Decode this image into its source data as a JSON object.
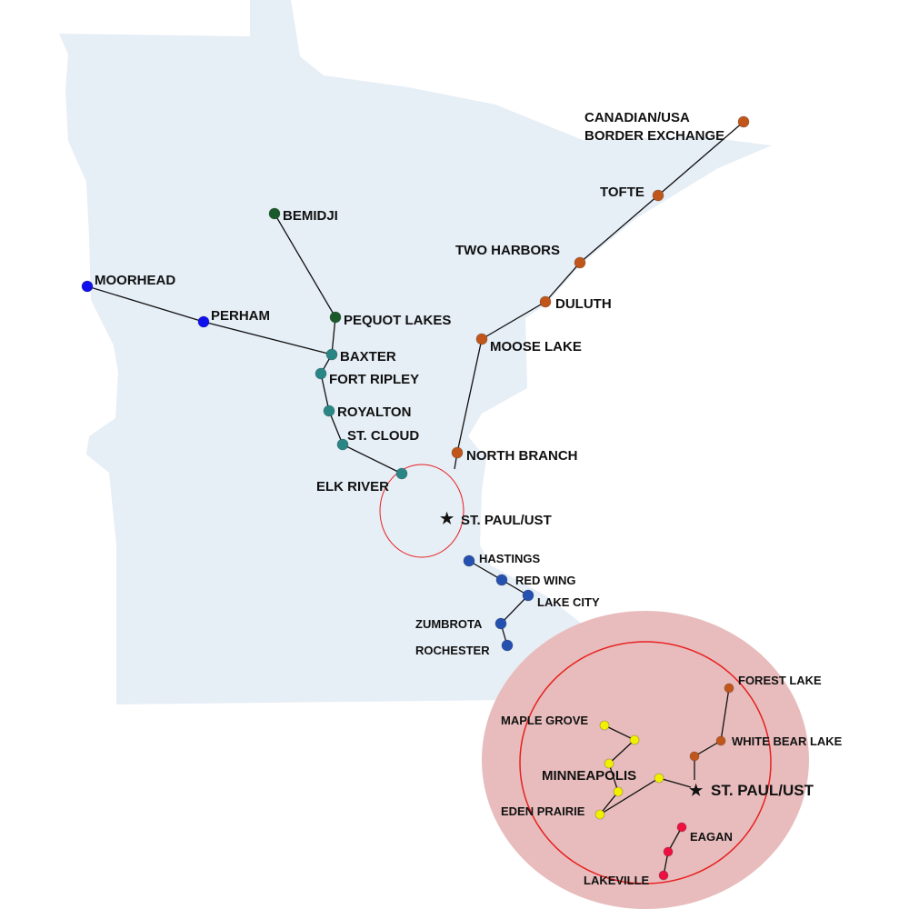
{
  "colors": {
    "state_fill": "#e6eef6",
    "northwest": "#1010ee",
    "north": "#1a5a2a",
    "central": "#2a8585",
    "northeast": "#c0561a",
    "southeast": "#2450b0",
    "metro_west": "#f0f000",
    "metro_south": "#ee1040",
    "metro_fill": "#e8bcbc",
    "ring": "#e82020"
  },
  "labels": {
    "moorhead": "MOORHEAD",
    "perham": "PERHAM",
    "bemidji": "BEMIDJI",
    "pequot_lakes": "PEQUOT LAKES",
    "baxter": "BAXTER",
    "fort_ripley": "FORT RIPLEY",
    "royalton": "ROYALTON",
    "st_cloud": "ST. CLOUD",
    "elk_river": "ELK RIVER",
    "border_line1": "CANADIAN/USA",
    "border_line2": "BORDER EXCHANGE",
    "tofte": "TOFTE",
    "two_harbors": "TWO HARBORS",
    "duluth": "DULUTH",
    "moose_lake": "MOOSE LAKE",
    "north_branch": "NORTH BRANCH",
    "st_paul": "ST. PAUL/UST",
    "hastings": "HASTINGS",
    "red_wing": "RED WING",
    "lake_city": "LAKE CITY",
    "zumbrota": "ZUMBROTA",
    "rochester": "ROCHESTER",
    "forest_lake": "FOREST LAKE",
    "white_bear_lake": "WHITE BEAR LAKE",
    "maple_grove": "MAPLE GROVE",
    "minneapolis": "MINNEAPOLIS",
    "eden_prairie": "EDEN PRAIRIE",
    "st_paul_inset": "ST. PAUL/UST",
    "eagan": "EAGAN",
    "lakeville": "LAKEVILLE"
  }
}
